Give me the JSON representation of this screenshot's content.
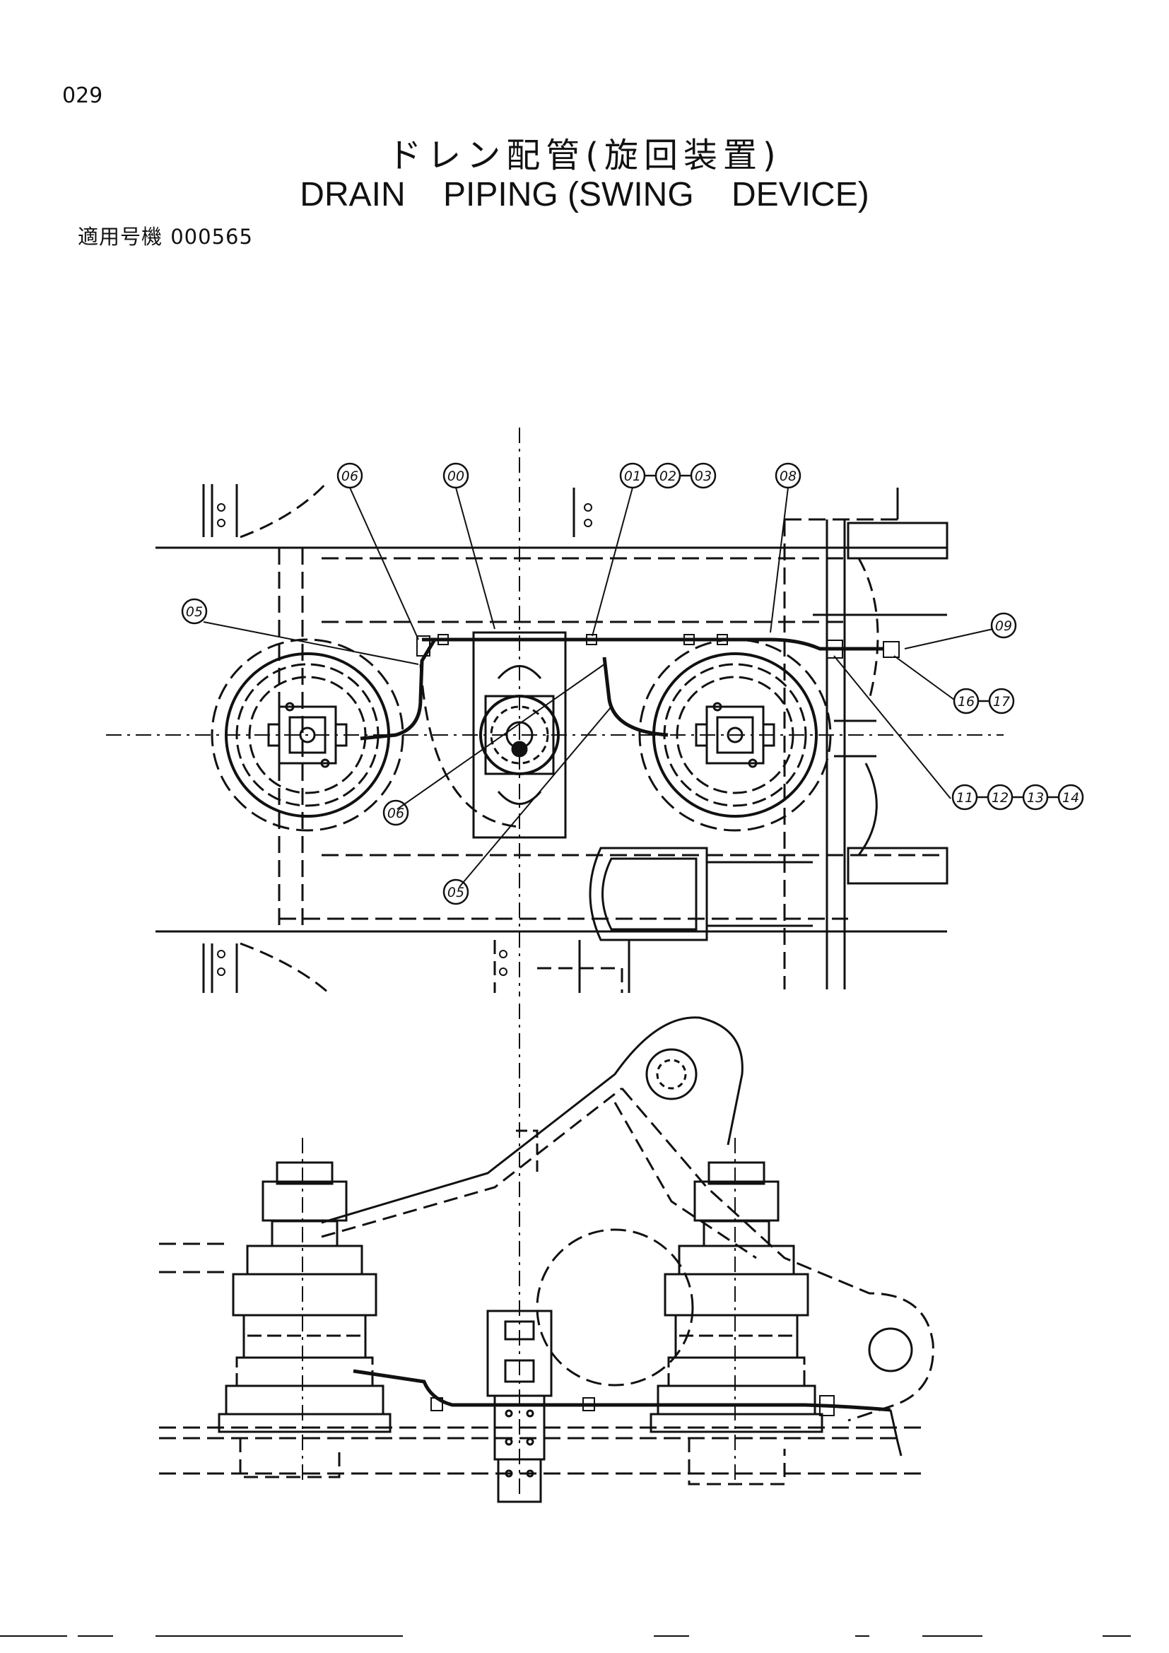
{
  "header": {
    "page_number": "029",
    "title_jp": "ドレン配管(旋回装置)",
    "title_en": "DRAIN    PIPING (SWING    DEVICE)",
    "serial_label": "適用号機",
    "serial_value": "000565"
  },
  "callouts": {
    "c06_top": "06",
    "c00": "00",
    "c01": "01",
    "c02": "02",
    "c03": "03",
    "c08": "08",
    "c05_left": "05",
    "c09": "09",
    "c16": "16",
    "c17": "17",
    "c06_mid": "06",
    "c05_mid": "05",
    "c11": "11",
    "c12": "12",
    "c13": "13",
    "c14": "14"
  },
  "colors": {
    "ink": "#111111",
    "paper": "#ffffff"
  }
}
